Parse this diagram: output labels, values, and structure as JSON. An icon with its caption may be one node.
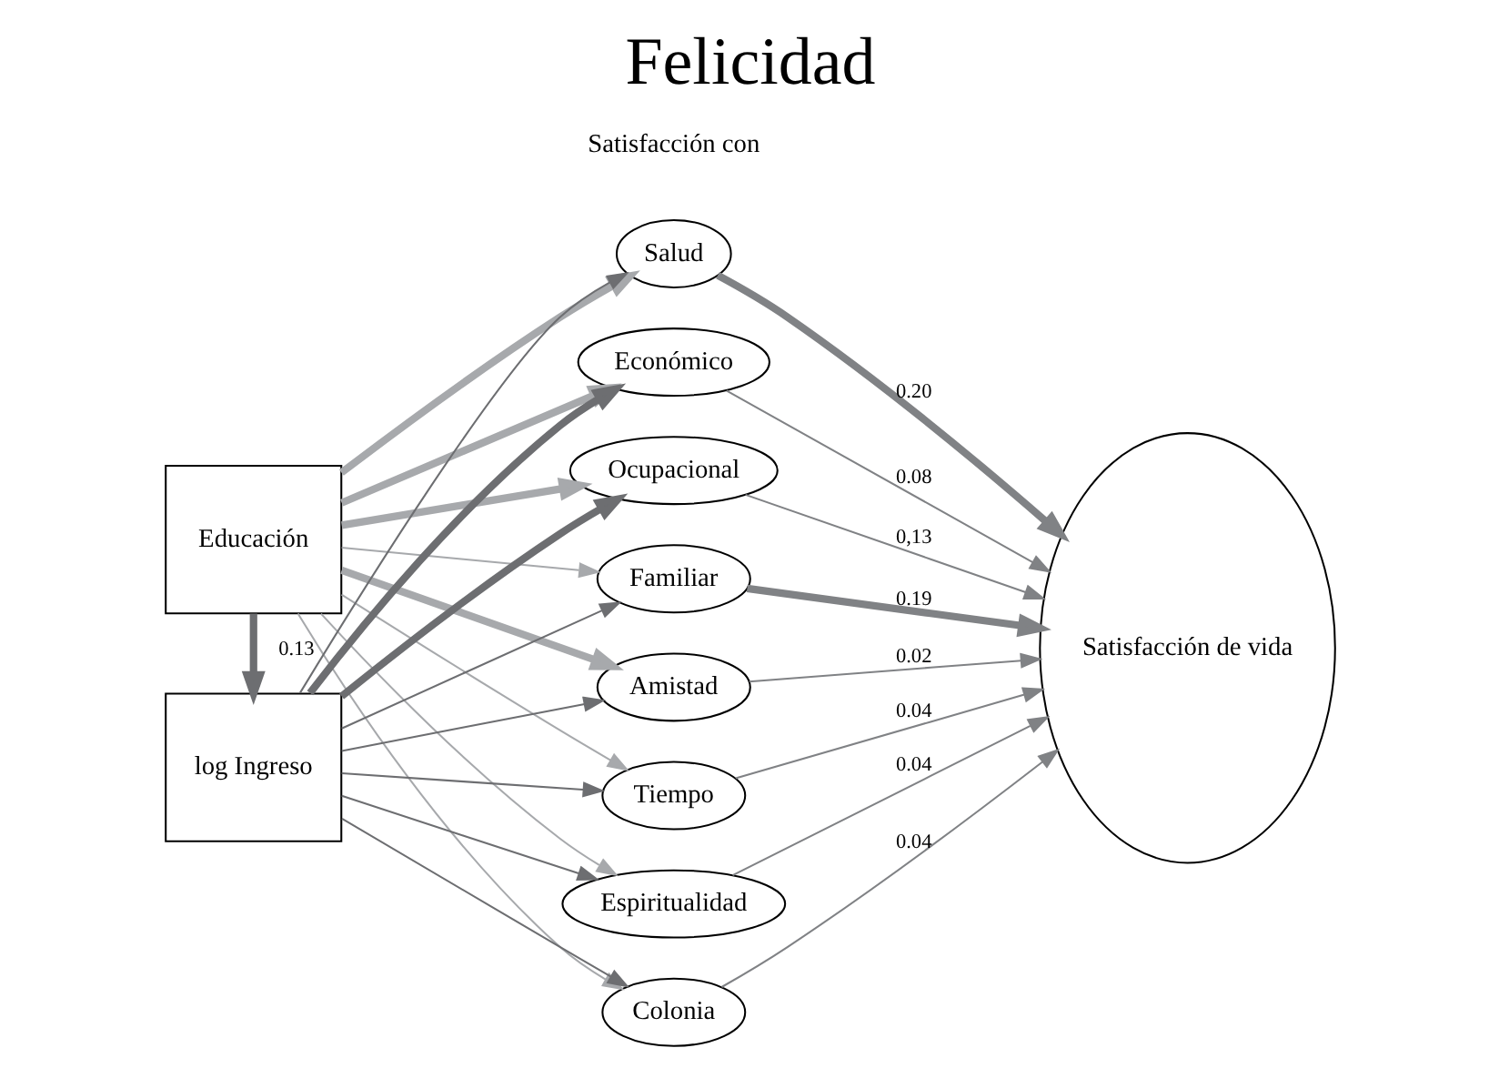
{
  "diagram": {
    "title": "Felicidad",
    "nodes": [
      {
        "text": [
          "Educación"
        ]
      },
      {
        "text": [
          "log Ingreso"
        ]
      },
      {
        "text": [
          "Salud"
        ]
      },
      {
        "text": [
          "Económico"
        ]
      },
      {
        "text": [
          "Ocupacional"
        ]
      },
      {
        "text": [
          "Familiar"
        ]
      },
      {
        "text": [
          "Amistad"
        ]
      },
      {
        "text": [
          "Tiempo"
        ]
      },
      {
        "text": [
          "Espiritualidad"
        ]
      },
      {
        "text": [
          "Colonia"
        ]
      },
      {
        "text": [
          "Satisfacción de vida"
        ]
      }
    ],
    "edges": [
      {
        "from": 0,
        "to": 1,
        "arrow": "to",
        "label": "0.13",
        "style": "thick",
        "color": "#6d6e71"
      },
      {
        "from": 0,
        "to": 2,
        "arrow": "to",
        "style": "thick",
        "color": "#a7a9ac"
      },
      {
        "from": 0,
        "to": 3,
        "arrow": "to",
        "style": "thick",
        "color": "#a7a9ac"
      },
      {
        "from": 0,
        "to": 4,
        "arrow": "to",
        "style": "thick",
        "color": "#a7a9ac"
      },
      {
        "from": 0,
        "to": 5,
        "arrow": "to",
        "color": "#a7a9ac"
      },
      {
        "from": 0,
        "to": 6,
        "arrow": "to",
        "style": "thick",
        "color": "#a7a9ac"
      },
      {
        "from": 0,
        "to": 7,
        "arrow": "to",
        "color": "#a7a9ac"
      },
      {
        "from": 0,
        "to": 8,
        "arrow": "to",
        "color": "#a7a9ac"
      },
      {
        "from": 0,
        "to": 9,
        "arrow": "to",
        "color": "#a7a9ac"
      },
      {
        "from": 1,
        "to": 2,
        "arrow": "to",
        "color": "#6d6e71"
      },
      {
        "from": 1,
        "to": 3,
        "arrow": "to",
        "style": "thick",
        "color": "#6d6e71"
      },
      {
        "from": 1,
        "to": 4,
        "arrow": "to",
        "style": "thick",
        "color": "#6d6e71"
      },
      {
        "from": 1,
        "to": 5,
        "arrow": "to",
        "color": "#6d6e71"
      },
      {
        "from": 1,
        "to": 6,
        "arrow": "to",
        "color": "#6d6e71"
      },
      {
        "from": 1,
        "to": 7,
        "arrow": "to",
        "color": "#6d6e71"
      },
      {
        "from": 1,
        "to": 8,
        "arrow": "to",
        "color": "#6d6e71"
      },
      {
        "from": 1,
        "to": 9,
        "arrow": "to",
        "color": "#6d6e71"
      },
      {
        "from": 2,
        "to": 10,
        "arrow": "to",
        "label": "0.20",
        "style": "thick",
        "color": "#808285"
      },
      {
        "from": 3,
        "to": 10,
        "arrow": "to",
        "label": "0.08",
        "color": "#808285"
      },
      {
        "from": 4,
        "to": 10,
        "arrow": "to",
        "label": "0,13",
        "color": "#808285"
      },
      {
        "from": 5,
        "to": 10,
        "arrow": "to",
        "label": "0.19",
        "style": "thick",
        "color": "#808285"
      },
      {
        "from": 6,
        "to": 10,
        "arrow": "to",
        "label": "0.02",
        "color": "#808285"
      },
      {
        "from": 7,
        "to": 10,
        "arrow": "to",
        "label": "0.04",
        "color": "#808285"
      },
      {
        "from": 8,
        "to": 10,
        "arrow": "to",
        "label": "0.04",
        "color": "#808285"
      },
      {
        "from": 9,
        "to": 10,
        "arrow": "to",
        "label": "0.04",
        "color": "#808285"
      }
    ],
    "labels": [
      "Satisfacción con"
    ]
  }
}
